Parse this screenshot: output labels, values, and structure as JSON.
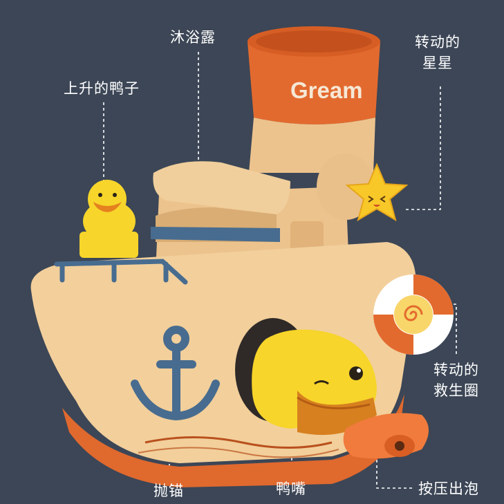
{
  "background_color": "#3c4656",
  "label_color": "#ffffff",
  "toy": {
    "brand_logo_text": "Gream",
    "hull_color": "#f2cf9b",
    "hull_bottom_color": "#e0692e",
    "chimney_color": "#e36a2e",
    "accent_color": "#486c8f",
    "duck_color": "#f7d52a"
  },
  "labels": {
    "shower": "沐浴露",
    "rising_duck": "上升的鸭子",
    "rotating_star_line1": "转动的",
    "rotating_star_line2": "星星",
    "rotating_ring_line1": "转动的",
    "rotating_ring_line2": "救生圈",
    "anchor": "抛锚",
    "duck_mouth": "鸭嘴",
    "press_bubbles": "按压出泡"
  }
}
